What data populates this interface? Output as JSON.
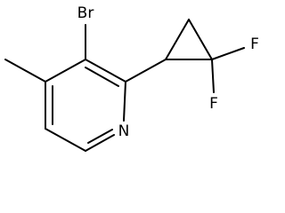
{
  "atoms": {
    "bromine": "Br",
    "nitrogen": "N",
    "fluorine_1": "F",
    "fluorine_2": "F"
  },
  "colors": {
    "bond": "#000000",
    "label": "#000000",
    "background": "#ffffff"
  }
}
